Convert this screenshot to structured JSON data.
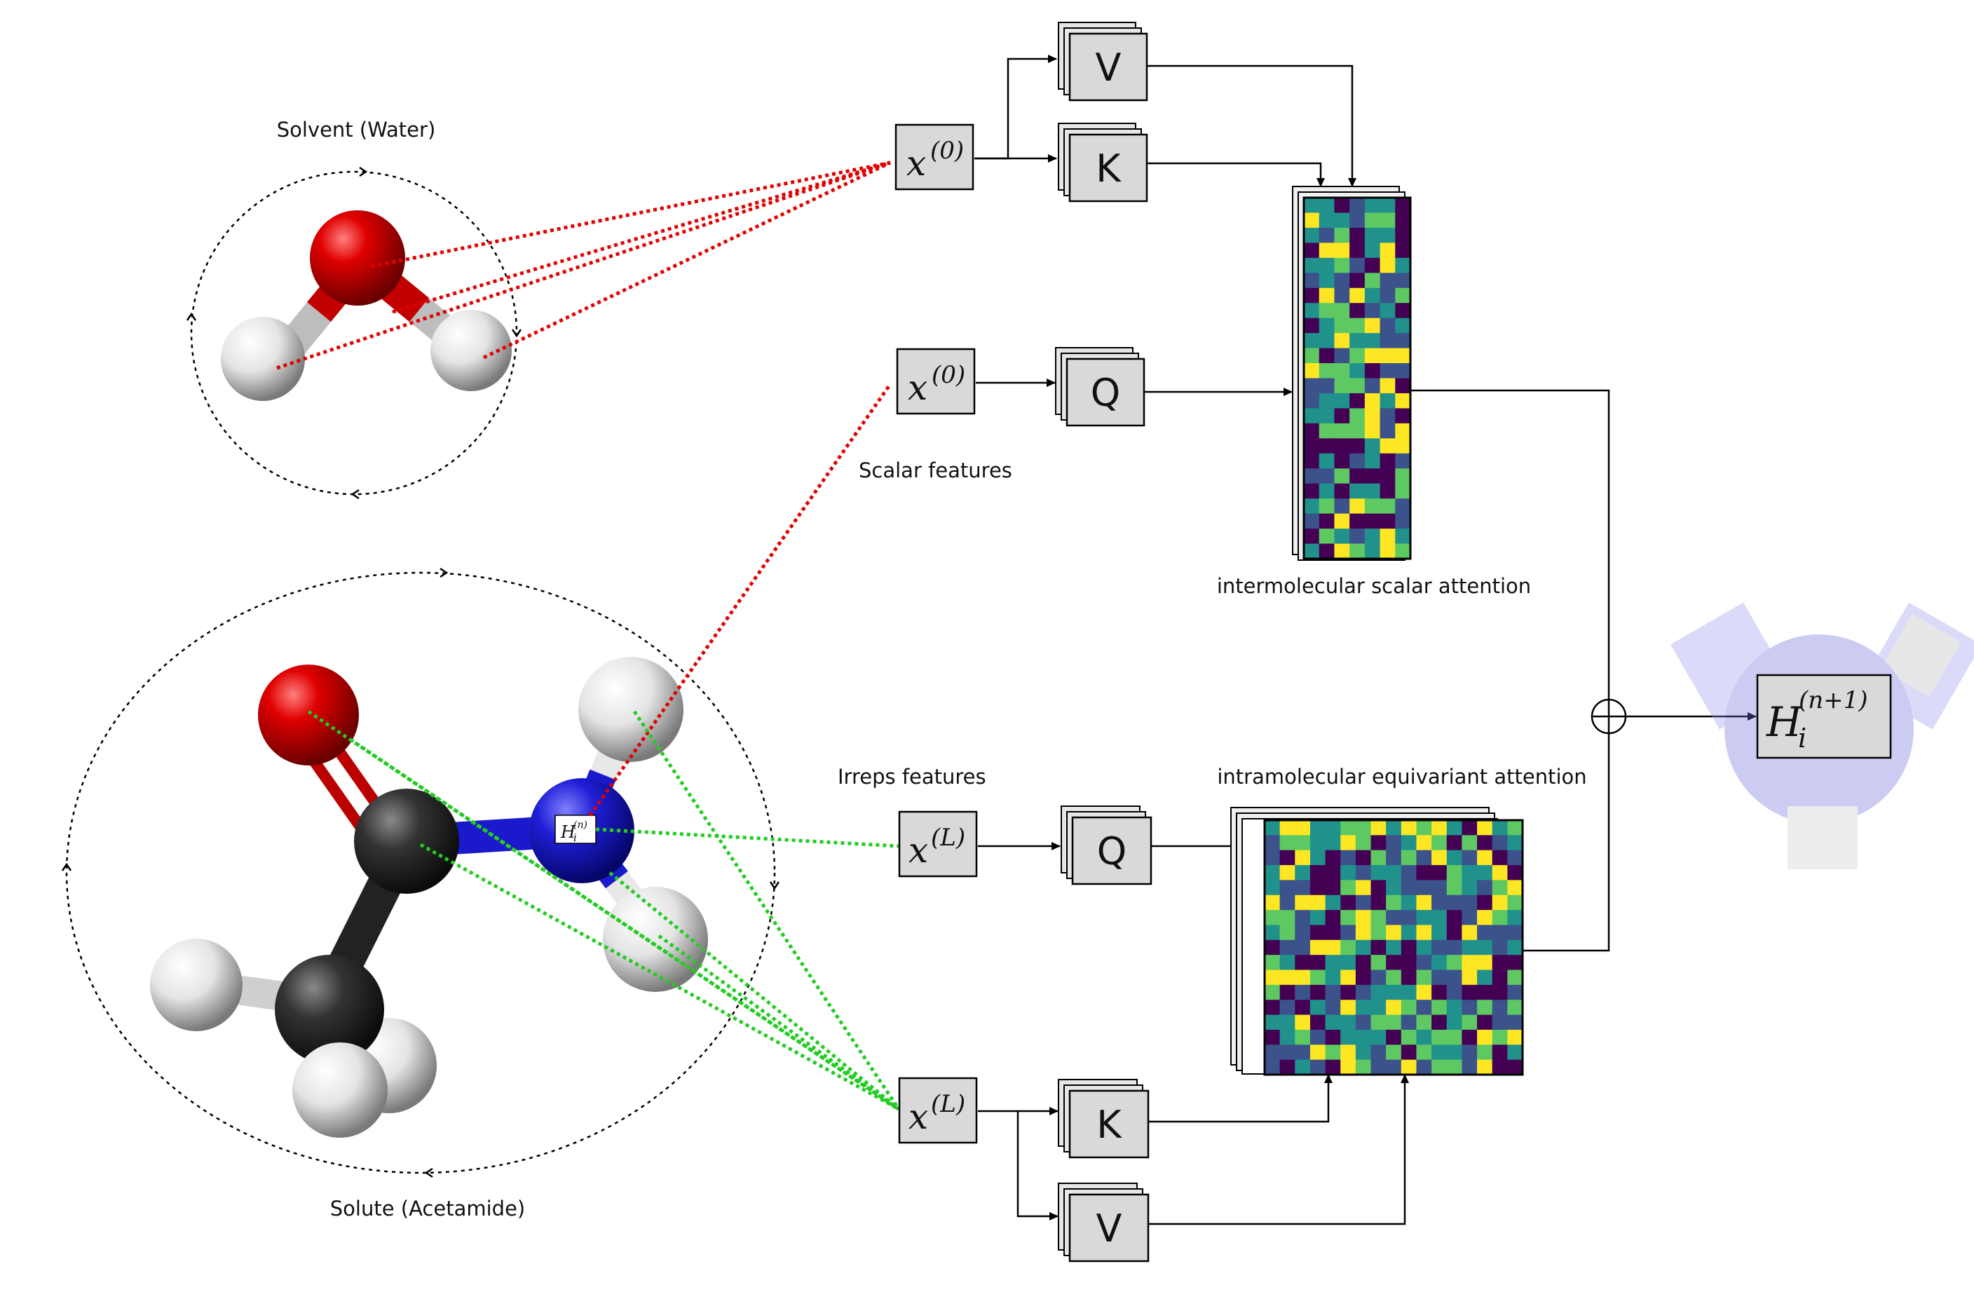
{
  "labels": {
    "solvent": "Solvent (Water)",
    "solute": "Solute (Acetamide)",
    "scalar_features": "Scalar features",
    "irreps_features": "Irreps features",
    "inter_attention": "intermolecular scalar attention",
    "intra_attention": "intramolecular equivariant attention"
  },
  "boxes": {
    "x0_top": {
      "base": "x",
      "sup": "(0)"
    },
    "x0_mid": {
      "base": "x",
      "sup": "(0)"
    },
    "xL_mid": {
      "base": "x",
      "sup": "(L)"
    },
    "xL_bot": {
      "base": "x",
      "sup": "(L)"
    },
    "v_top": "V",
    "k_top": "K",
    "q_top": "Q",
    "q_bot": "Q",
    "k_bot": "K",
    "v_bot": "V"
  },
  "output": {
    "base": "H",
    "sub": "i",
    "sup": "(n+1)"
  },
  "atom_label": {
    "base": "H",
    "sub": "i",
    "sup": "(n)"
  },
  "colors": {
    "oxygen": "#d40000",
    "nitrogen": "#1a1acc",
    "carbon": "#2a2a2a",
    "hydrogen": "#e8e8e8",
    "solvent_link": "#e00000",
    "solute_link": "#22cc22",
    "box_fill": "#d9d9d9"
  },
  "heatmap_palette": [
    "#440154",
    "#3b528b",
    "#21918c",
    "#5ec962",
    "#fde725"
  ]
}
